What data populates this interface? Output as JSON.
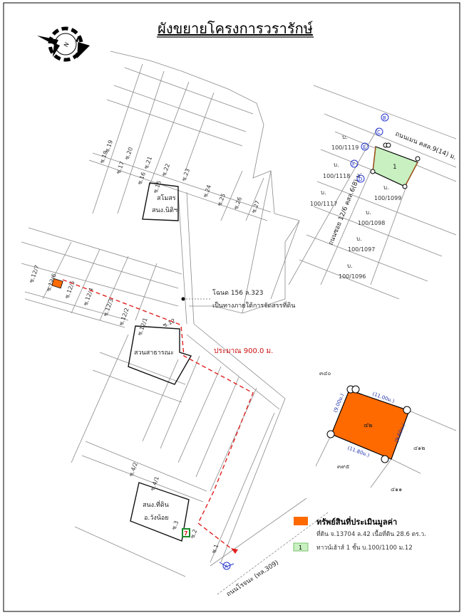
{
  "title": "ผังขยายโครงการวรารักษ์",
  "compass": {
    "label": "N",
    "icon": "north-compass-icon"
  },
  "main_map": {
    "soi_labels": [
      "ซ.19",
      "ซ.20",
      "ซ.18",
      "ซ.17",
      "ซ.21",
      "ซ.16",
      "ซ.22",
      "ซ.23",
      "ซ.15",
      "ซ.24",
      "ซ.25",
      "ซ.26",
      "ซ.27",
      "ซ.12/7",
      "ซ.12/6",
      "ซ.12/5",
      "ซ.12/4",
      "ซ.12/3",
      "ซ.12/2",
      "ซ.12/1",
      "ซ.12",
      "ซ.4/2",
      "ซ.4/1",
      "ซ.3",
      "ซ.2",
      "ซ.1"
    ],
    "clubhouse": [
      "สโมสร",
      "สนง.นิติฯ"
    ],
    "park": "สวนสาธารณะ",
    "land_office": [
      "สนง.ที่ดิน",
      "อ.วังน้อย"
    ],
    "deed_note": [
      "โฉนด 156 ล.323",
      "เป็นทางภายใต้การจัดสรรที่ดิน"
    ],
    "distance": "ประมาณ 900.0 ม.",
    "main_road": "ถนนโรจนะ (ทล.309)",
    "marker_a": "A",
    "store_icon": "seven-eleven-icon"
  },
  "inset_top": {
    "road_1": "ถนนเมน คสล.9(14) ม.",
    "road_2": "ถนนซอย 12/6 คสล.6(8) ม.",
    "markers": [
      "B",
      "C",
      "E",
      "F",
      "D"
    ],
    "parcel_label": "1",
    "plots": [
      {
        "prefix": "บ.",
        "no": "100/1119"
      },
      {
        "prefix": "บ.",
        "no": "100/1118"
      },
      {
        "prefix": "บ.",
        "no": "100/1117"
      },
      {
        "prefix": "บ.",
        "no": "100/1099"
      },
      {
        "prefix": "บ.",
        "no": "100/1098"
      },
      {
        "prefix": "บ.",
        "no": "100/1097"
      },
      {
        "prefix": "บ.",
        "no": "100/1096"
      }
    ]
  },
  "inset_bottom": {
    "parcel_label": "๔๒",
    "neighbors": [
      "๓๔๐",
      "๔๑๒",
      "๓๙๕",
      "๔๑๑"
    ],
    "dimensions": [
      "(11.00ม.)",
      "(9.00ม.)",
      "(9.60ม.)",
      "(11.80ม.)"
    ]
  },
  "legend": {
    "asset_title": "ทรัพย์สินที่ประเมินมูลค่า",
    "asset_detail": "ที่ดิน จ.13704  ล.42 เนื้อที่ดิน 28.6 ตร.ว.",
    "house_key": "1",
    "house_detail": "ทาวน์เฮ้าส์ 1 ชั้น บ.100/1100 ม.12"
  },
  "colors": {
    "asset": "#ff6a00",
    "house": "#c8f0c0",
    "route": "#e02020",
    "marker": "#2233cc"
  }
}
